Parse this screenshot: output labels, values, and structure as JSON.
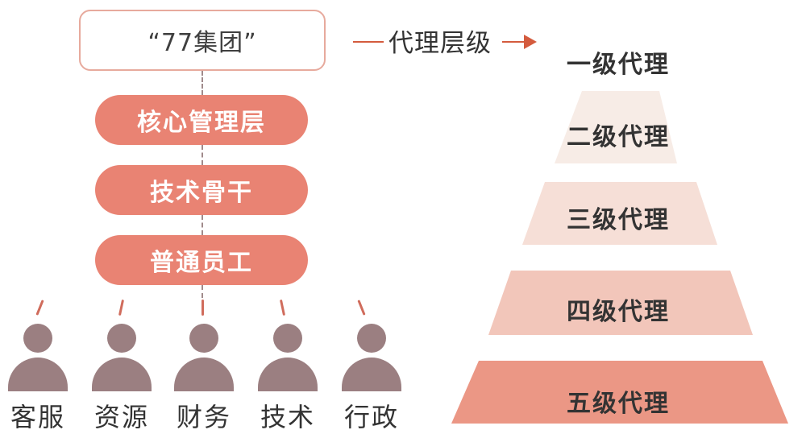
{
  "org": {
    "group_name": "“77集团”",
    "levels": [
      {
        "label": "核心管理层"
      },
      {
        "label": "技术骨干"
      },
      {
        "label": "普通员工"
      }
    ],
    "departments": [
      {
        "label": "客服"
      },
      {
        "label": "资源"
      },
      {
        "label": "财务"
      },
      {
        "label": "技术"
      },
      {
        "label": "行政"
      }
    ]
  },
  "agents": {
    "title": "代理层级",
    "tiers": [
      {
        "label": "一级代理",
        "color": "#ffffff"
      },
      {
        "label": "二级代理",
        "color": "#f7ece6"
      },
      {
        "label": "三级代理",
        "color": "#f6dfd7"
      },
      {
        "label": "四级代理",
        "color": "#f2c6ba"
      },
      {
        "label": "五级代理",
        "color": "#eb9785"
      }
    ]
  },
  "colors": {
    "accent": "#e98373",
    "person": "#9b7f81",
    "arrow": "#d45b3e",
    "box_border": "#e7aa9d"
  }
}
